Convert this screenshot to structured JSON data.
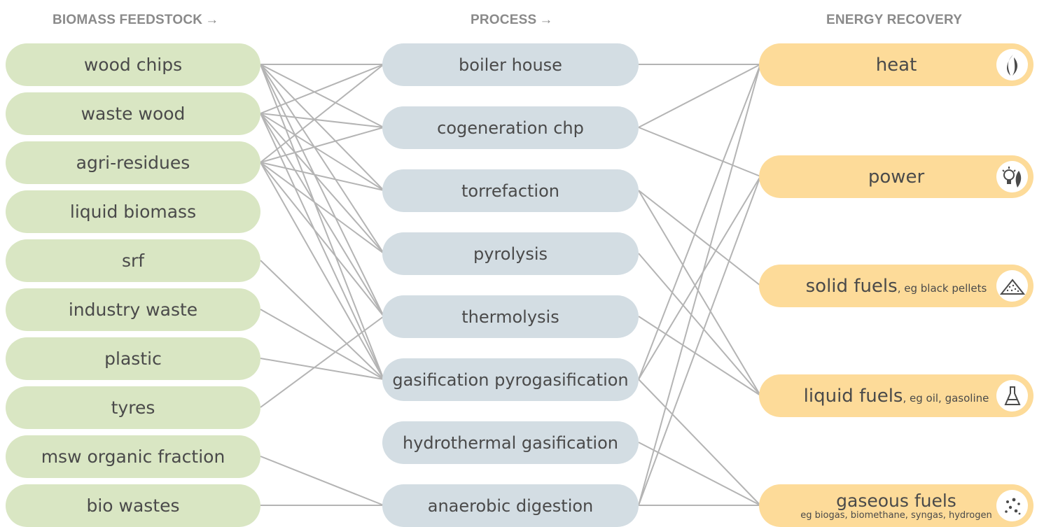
{
  "headers": {
    "feedstock": "BIOMASS FEEDSTOCK",
    "process": "PROCESS",
    "energy": "ENERGY RECOVERY",
    "arrow": "→"
  },
  "feedstock": [
    {
      "label": "wood chips"
    },
    {
      "label": "waste wood"
    },
    {
      "label": "agri-residues"
    },
    {
      "label": "liquid biomass"
    },
    {
      "label": "srf"
    },
    {
      "label": "industry waste"
    },
    {
      "label": "plastic"
    },
    {
      "label": "tyres"
    },
    {
      "label": "msw organic fraction"
    },
    {
      "label": "bio wastes"
    }
  ],
  "process": [
    {
      "label": "boiler house"
    },
    {
      "label": "cogeneration chp"
    },
    {
      "label": "torrefaction"
    },
    {
      "label": "pyrolysis"
    },
    {
      "label": "thermolysis"
    },
    {
      "label": "gasification pyrogasification"
    },
    {
      "label": "hydrothermal gasification"
    },
    {
      "label": "anaerobic digestion"
    }
  ],
  "energy": [
    {
      "label": "heat",
      "sub": "",
      "icon": "flame-icon"
    },
    {
      "label": "power",
      "sub": "",
      "icon": "bulb-flame-icon"
    },
    {
      "label": "solid fuels",
      "sub": ", eg black pellets",
      "icon": "pellet-pile-icon"
    },
    {
      "label": "liquid fuels",
      "sub": ", eg oil, gasoline",
      "icon": "flask-icon"
    },
    {
      "label": "gaseous fuels",
      "sub": "eg biogas, biomethane, syngas, hydrogen",
      "icon": "gas-bubbles-icon"
    }
  ],
  "feed_to_process": [
    [
      0,
      0
    ],
    [
      0,
      1
    ],
    [
      0,
      2
    ],
    [
      0,
      3
    ],
    [
      0,
      4
    ],
    [
      0,
      5
    ],
    [
      1,
      0
    ],
    [
      1,
      1
    ],
    [
      1,
      2
    ],
    [
      1,
      3
    ],
    [
      1,
      4
    ],
    [
      1,
      5
    ],
    [
      2,
      0
    ],
    [
      2,
      1
    ],
    [
      2,
      2
    ],
    [
      2,
      3
    ],
    [
      2,
      4
    ],
    [
      2,
      5
    ],
    [
      4,
      5
    ],
    [
      5,
      5
    ],
    [
      6,
      5
    ],
    [
      7,
      4
    ],
    [
      8,
      7
    ],
    [
      9,
      7
    ]
  ],
  "process_to_energy": [
    [
      0,
      0
    ],
    [
      1,
      0
    ],
    [
      1,
      1
    ],
    [
      2,
      2
    ],
    [
      2,
      3
    ],
    [
      3,
      3
    ],
    [
      4,
      3
    ],
    [
      5,
      0
    ],
    [
      5,
      1
    ],
    [
      5,
      4
    ],
    [
      6,
      4
    ],
    [
      7,
      0
    ],
    [
      7,
      1
    ],
    [
      7,
      4
    ]
  ],
  "colors": {
    "feedstock": "#d9e6c3",
    "process": "#d3dde3",
    "energy": "#fddb99",
    "links": "#b4b4b4",
    "text": "#4a4a4a",
    "header": "#8a8a8a"
  }
}
